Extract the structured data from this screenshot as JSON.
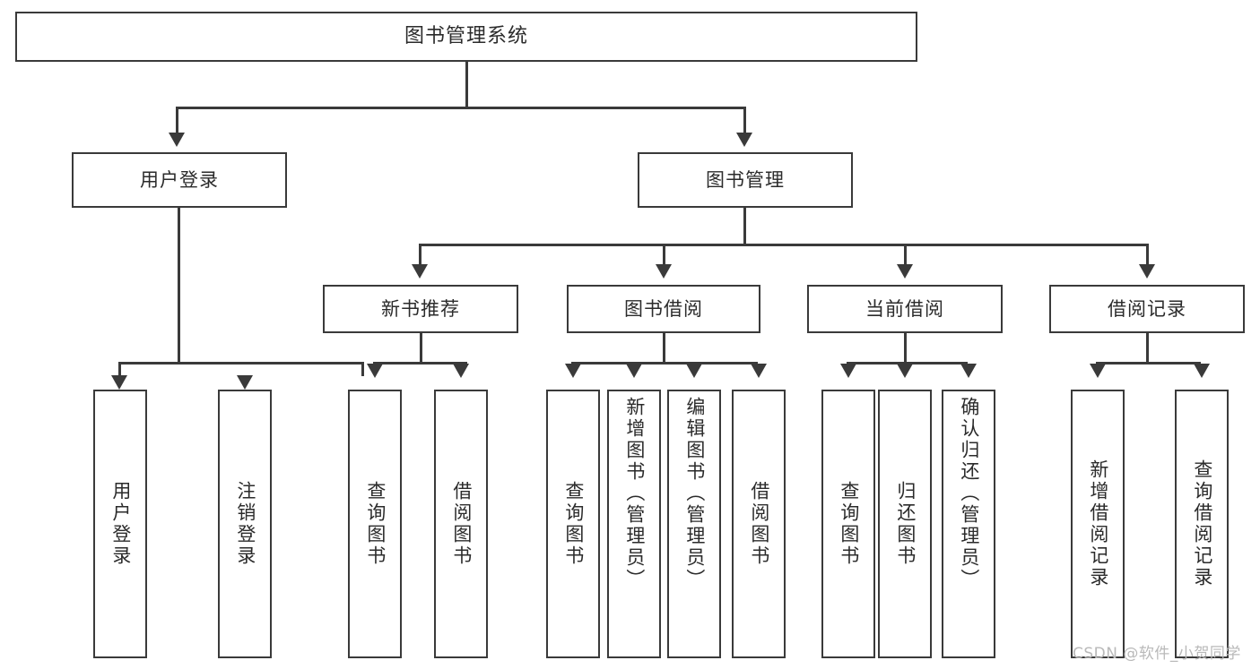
{
  "diagram": {
    "title": "图书管理系统",
    "watermark": "CSDN @软件_小贺同学",
    "colors": {
      "background": "#ffffff",
      "border": "#3a3a3a",
      "text": "#2b2b2b",
      "connector": "#3a3a3a",
      "watermark": "#b9b9b9"
    },
    "root": {
      "label": "图书管理系统"
    },
    "level2": [
      {
        "label": "用户登录"
      },
      {
        "label": "图书管理"
      }
    ],
    "level3": [
      {
        "label": "新书推荐"
      },
      {
        "label": "图书借阅"
      },
      {
        "label": "当前借阅"
      },
      {
        "label": "借阅记录"
      }
    ],
    "leaves": {
      "user_login": [
        {
          "label": "用户登录"
        },
        {
          "label": "注销登录"
        }
      ],
      "new_book_recommend": [
        {
          "label": "查询图书"
        },
        {
          "label": "借阅图书"
        }
      ],
      "book_borrow": [
        {
          "label": "查询图书"
        },
        {
          "label": "新增图书（管理员）"
        },
        {
          "label": "编辑图书（管理员）"
        },
        {
          "label": "借阅图书"
        }
      ],
      "current_borrow": [
        {
          "label": "查询图书"
        },
        {
          "label": "归还图书"
        },
        {
          "label": "确认归还（管理员）"
        }
      ],
      "borrow_record": [
        {
          "label": "新增借阅记录"
        },
        {
          "label": "查询借阅记录"
        }
      ]
    }
  },
  "chart_data": {
    "type": "table",
    "title": "图书管理系统 功能结构图",
    "nodes": [
      {
        "id": "root",
        "label": "图书管理系统",
        "level": 1,
        "parent": null
      },
      {
        "id": "user-login",
        "label": "用户登录",
        "level": 2,
        "parent": "root"
      },
      {
        "id": "book-manage",
        "label": "图书管理",
        "level": 2,
        "parent": "root"
      },
      {
        "id": "new-book",
        "label": "新书推荐",
        "level": 3,
        "parent": "book-manage"
      },
      {
        "id": "book-borrow",
        "label": "图书借阅",
        "level": 3,
        "parent": "book-manage"
      },
      {
        "id": "current-borrow",
        "label": "当前借阅",
        "level": 3,
        "parent": "book-manage"
      },
      {
        "id": "borrow-record",
        "label": "借阅记录",
        "level": 3,
        "parent": "book-manage"
      },
      {
        "id": "ul-1",
        "label": "用户登录",
        "level": 3,
        "parent": "user-login"
      },
      {
        "id": "ul-2",
        "label": "注销登录",
        "level": 3,
        "parent": "user-login"
      },
      {
        "id": "nb-1",
        "label": "查询图书",
        "level": 4,
        "parent": "new-book"
      },
      {
        "id": "nb-2",
        "label": "借阅图书",
        "level": 4,
        "parent": "new-book"
      },
      {
        "id": "bb-1",
        "label": "查询图书",
        "level": 4,
        "parent": "book-borrow"
      },
      {
        "id": "bb-2",
        "label": "新增图书（管理员）",
        "level": 4,
        "parent": "book-borrow"
      },
      {
        "id": "bb-3",
        "label": "编辑图书（管理员）",
        "level": 4,
        "parent": "book-borrow"
      },
      {
        "id": "bb-4",
        "label": "借阅图书",
        "level": 4,
        "parent": "book-borrow"
      },
      {
        "id": "cb-1",
        "label": "查询图书",
        "level": 4,
        "parent": "current-borrow"
      },
      {
        "id": "cb-2",
        "label": "归还图书",
        "level": 4,
        "parent": "current-borrow"
      },
      {
        "id": "cb-3",
        "label": "确认归还（管理员）",
        "level": 4,
        "parent": "current-borrow"
      },
      {
        "id": "br-1",
        "label": "新增借阅记录",
        "level": 4,
        "parent": "borrow-record"
      },
      {
        "id": "br-2",
        "label": "查询借阅记录",
        "level": 4,
        "parent": "borrow-record"
      }
    ]
  }
}
